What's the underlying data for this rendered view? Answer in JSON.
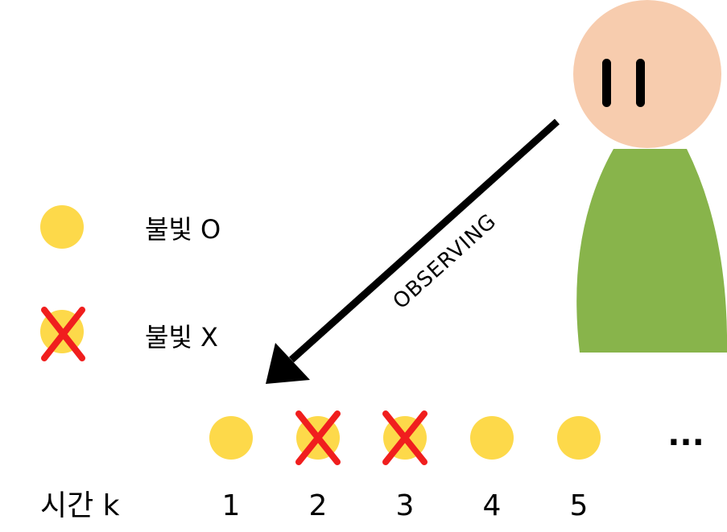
{
  "legend": {
    "on_label": "불빛 O",
    "off_label": "불빛 X"
  },
  "arrow_label": "OBSERVING",
  "timeline": {
    "axis_label": "시간 k",
    "steps": [
      {
        "label": "1",
        "light_on": true
      },
      {
        "label": "2",
        "light_on": false
      },
      {
        "label": "3",
        "light_on": false
      },
      {
        "label": "4",
        "light_on": true
      },
      {
        "label": "5",
        "light_on": true
      }
    ],
    "continuation": "..."
  },
  "colors": {
    "light": "#FDD94A",
    "cross": "#F01E1E",
    "person_head": "#F7CCAE",
    "person_body": "#88B44B",
    "person_eyes": "#000000",
    "arrow": "#000000"
  }
}
